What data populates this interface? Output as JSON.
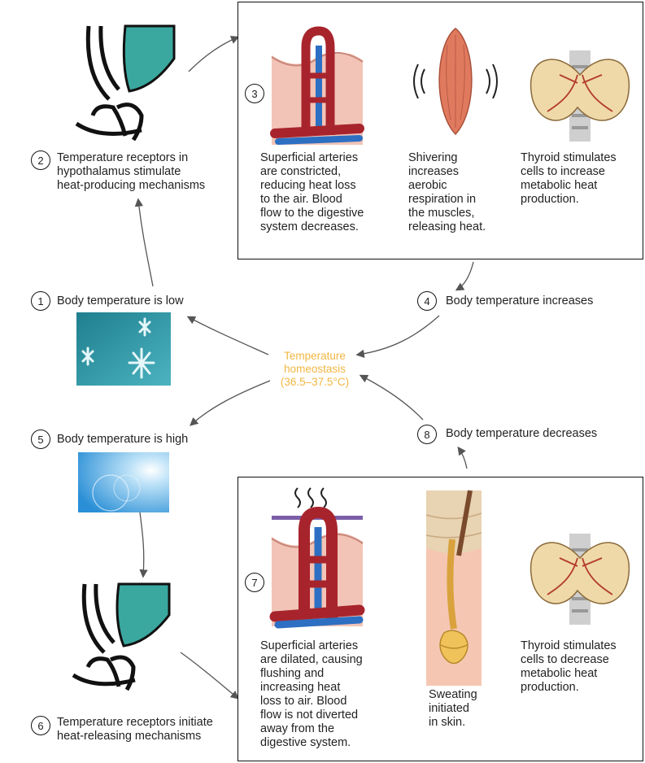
{
  "center": {
    "line1": "Temperature",
    "line2": "homeostasis",
    "line3": "(36.5–37.5°C)"
  },
  "steps": {
    "s1": {
      "num": "1",
      "text": "Body temperature is low"
    },
    "s2": {
      "num": "2",
      "line1": "Temperature receptors in",
      "line2": "hypothalamus stimulate",
      "line3": "heat-producing mechanisms"
    },
    "s3": {
      "num": "3"
    },
    "s4": {
      "num": "4",
      "text": "Body temperature increases"
    },
    "s5": {
      "num": "5",
      "text": "Body temperature is high"
    },
    "s6": {
      "num": "6",
      "line1": "Temperature receptors initiate",
      "line2": "heat-releasing mechanisms"
    },
    "s7": {
      "num": "7"
    },
    "s8": {
      "num": "8",
      "text": "Body temperature decreases"
    }
  },
  "box_top": {
    "arteries": [
      "Superficial arteries",
      "are constricted,",
      "reducing heat loss",
      "to the air. Blood",
      "flow to the digestive",
      "system decreases."
    ],
    "shivering": [
      "Shivering",
      "increases",
      "aerobic",
      "respiration in",
      "the muscles,",
      "releasing heat."
    ],
    "thyroid": [
      "Thyroid stimulates",
      "cells to increase",
      "metabolic heat",
      "production."
    ]
  },
  "box_bottom": {
    "arteries": [
      "Superficial arteries",
      "are dilated, causing",
      "flushing and",
      "increasing heat",
      "loss to air. Blood",
      "flow is not diverted",
      "away from the",
      "digestive system."
    ],
    "sweating": [
      "Sweating",
      "initiated",
      "in skin."
    ],
    "thyroid": [
      "Thyroid stimulates",
      "cells to decrease",
      "metabolic heat",
      "production."
    ]
  },
  "colors": {
    "artery_red": "#a8242c",
    "vein_blue": "#2d6fc2",
    "teal": "#3aa89f",
    "center_text": "#f2b742",
    "arrow": "#555555"
  }
}
